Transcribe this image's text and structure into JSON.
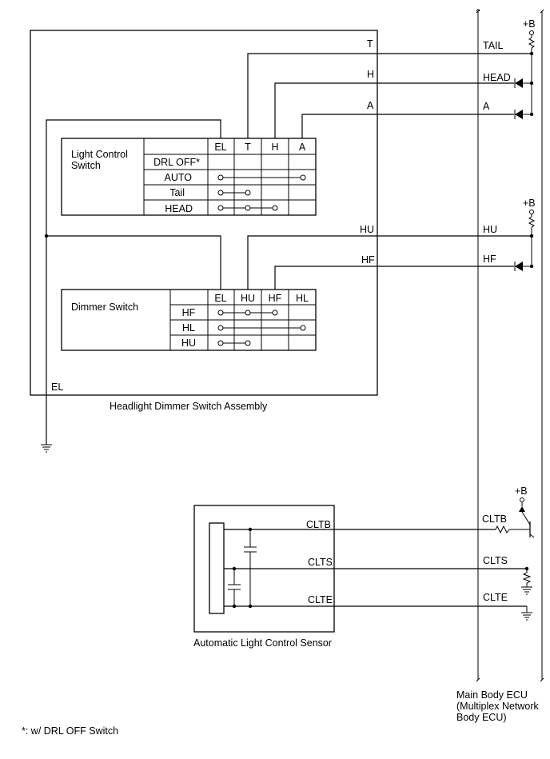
{
  "assembly": {
    "label": "Headlight Dimmer Switch Assembly",
    "terminal_el": "EL"
  },
  "light_control": {
    "label_line1": "Light Control",
    "label_line2": "Switch",
    "headers": [
      "EL",
      "T",
      "H",
      "A"
    ],
    "rows": [
      "DRL OFF*",
      "AUTO",
      "Tail",
      "HEAD"
    ]
  },
  "dimmer": {
    "label": "Dimmer Switch",
    "headers": [
      "EL",
      "HU",
      "HF",
      "HL"
    ],
    "rows": [
      "HF",
      "HL",
      "HU"
    ]
  },
  "wires": {
    "t": "T",
    "h": "H",
    "a": "A",
    "hu": "HU",
    "hf": "HF",
    "cltb": "CLTB",
    "clts": "CLTS",
    "clte": "CLTE"
  },
  "ecu": {
    "tail": "TAIL",
    "head": "HEAD",
    "a": "A",
    "hu": "HU",
    "hf": "HF",
    "cltb": "CLTB",
    "clts": "CLTS",
    "clte": "CLTE",
    "plus_b": "+B",
    "label_line1": "Main Body ECU",
    "label_line2": "(Multiplex Network",
    "label_line3": "Body ECU)"
  },
  "sensor": {
    "label": "Automatic Light Control Sensor"
  },
  "footnote": "*: w/ DRL OFF Switch"
}
